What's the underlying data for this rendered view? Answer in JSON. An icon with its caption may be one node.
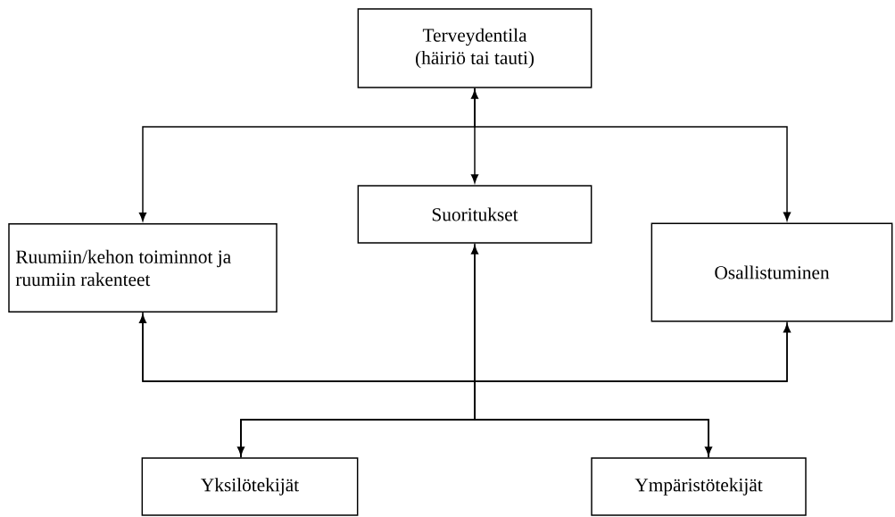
{
  "diagram": {
    "nodes": [
      {
        "text": [
          "Terveydentila",
          "(häiriö tai tauti)"
        ]
      },
      {
        "text": [
          "Suoritukset"
        ]
      },
      {
        "text": [
          "Ruumiin/kehon toiminnot ja ruumiin rakenteet"
        ]
      },
      {
        "text": [
          "Osallistuminen"
        ]
      },
      {
        "text": [
          "Yksilötekijät"
        ]
      },
      {
        "text": [
          "Ympäristötekijät"
        ]
      }
    ],
    "edges": [
      {
        "from": 0,
        "to": 1,
        "arrow": "both"
      },
      {
        "from": 0,
        "to": 2,
        "arrow": "to"
      },
      {
        "from": 0,
        "to": 3,
        "arrow": "to"
      },
      {
        "from": 4,
        "to": 1,
        "arrow": "both"
      },
      {
        "from": 1,
        "to": 5,
        "arrow": "to"
      },
      {
        "from": 4,
        "to": 2,
        "arrow": "to"
      },
      {
        "from": 4,
        "to": 3,
        "arrow": "to"
      },
      {
        "from": 5,
        "to": 2,
        "arrow": "none"
      },
      {
        "from": 5,
        "to": 3,
        "arrow": "none"
      }
    ]
  }
}
